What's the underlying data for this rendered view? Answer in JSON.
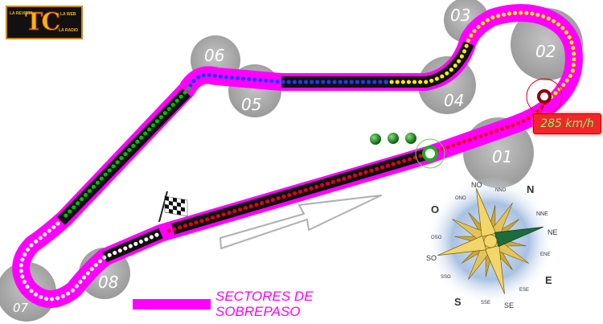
{
  "logo": {
    "main_text": "TC",
    "top_left": "LA REVISTA",
    "top_right": "LA WEB",
    "bottom_right": "LA RADIO"
  },
  "corners": [
    {
      "id": "01",
      "label": "01"
    },
    {
      "id": "02",
      "label": "02"
    },
    {
      "id": "03",
      "label": "03"
    },
    {
      "id": "04",
      "label": "04"
    },
    {
      "id": "05",
      "label": "05"
    },
    {
      "id": "06",
      "label": "06"
    },
    {
      "id": "07",
      "label": "07"
    },
    {
      "id": "08",
      "label": "08"
    }
  ],
  "speed_trap": {
    "value": "285 km/h"
  },
  "legend": {
    "line1": "SECTORES DE",
    "line2": "SOBREPASO"
  },
  "compass": {
    "N": "N",
    "NNE": "NNE",
    "NE": "NE",
    "ENE": "ENE",
    "E": "E",
    "ESE": "ESE",
    "SE": "SE",
    "SSE": "SSE",
    "S": "S",
    "SSO": "SSO",
    "SO": "SO",
    "OSO": "OSO",
    "O": "O",
    "ONO": "ONO",
    "NO": "NO",
    "NNO": "NNO"
  },
  "colors": {
    "overtaking_zone": "#ff00ff",
    "track": "#111111",
    "corner_bubble": "#b0b0b0",
    "sector_red": "#e0001a",
    "sector_yellow": "#ffee00",
    "sector_blue": "#1a3cff",
    "sector_green": "#00c000",
    "sector_white": "#ffffff"
  }
}
